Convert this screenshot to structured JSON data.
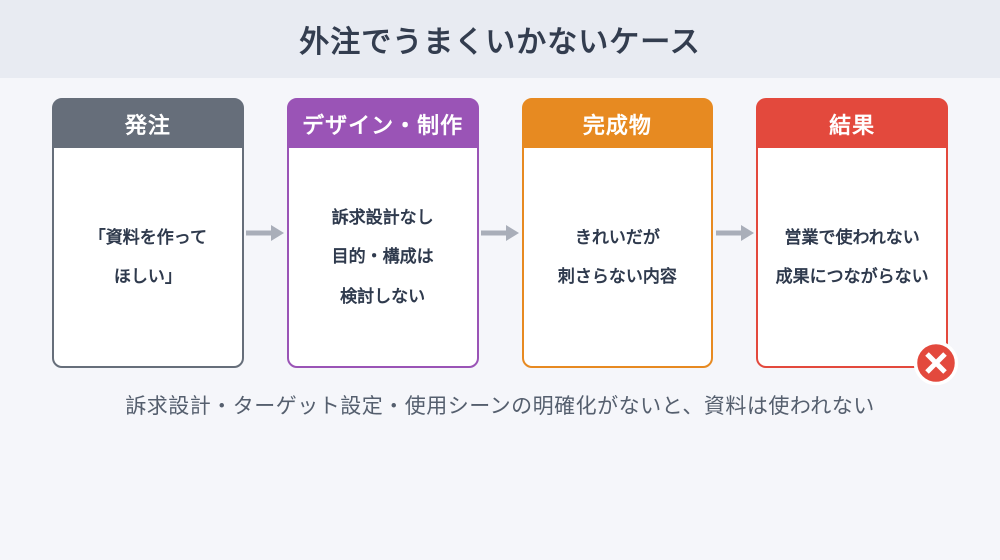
{
  "title": "外注でうまくいかないケース",
  "colors": {
    "band_bg": "#e8ebf2",
    "page_bg": "#f5f6fa",
    "gray": "#666e7a",
    "purple": "#9a54b6",
    "orange": "#e78a21",
    "red": "#e3493d",
    "arrow": "#a9aeb9",
    "body_text": "#2f3a4d"
  },
  "flow": {
    "steps": [
      {
        "label": "発注",
        "body": "「資料を作って\nほしい」",
        "color": "#666e7a"
      },
      {
        "label": "デザイン・制作",
        "body": "訴求設計なし\n目的・構成は\n検討しない",
        "color": "#9a54b6"
      },
      {
        "label": "完成物",
        "body": "きれいだが\n刺さらない内容",
        "color": "#e78a21"
      },
      {
        "label": "結果",
        "body": "営業で使われない\n成果につながらない",
        "color": "#e3493d",
        "badge": "x-mark"
      }
    ]
  },
  "caption": "訴求設計・ターゲット設定・使用シーンの明確化がないと、資料は使われない"
}
